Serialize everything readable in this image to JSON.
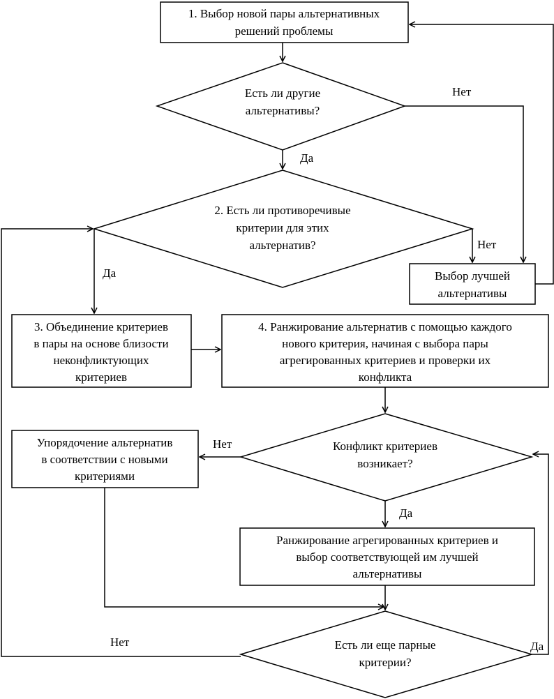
{
  "nodes": {
    "select_pair": [
      "1. Выбор новой пары альтернативных",
      "решений проблемы"
    ],
    "other_alternatives": [
      "Есть ли другие",
      "альтернативы?"
    ],
    "contradictory_criteria": [
      "2. Есть ли противоречивые",
      "критерии для этих",
      "альтернатив?"
    ],
    "best_alternative": [
      "Выбор лучшей",
      "альтернативы"
    ],
    "combine_criteria": [
      "3. Объединение критериев",
      "в пары на основе близости",
      "неконфликтующих",
      "критериев"
    ],
    "rank_alternatives": [
      "4. Ранжирование альтернатив с помощью каждого",
      "нового критерия, начиная с выбора пары",
      "агрегированных критериев и проверки их",
      "конфликта"
    ],
    "criteria_conflict": [
      "Конфликт критериев",
      "возникает?"
    ],
    "order_alternatives": [
      "Упорядочение альтернатив",
      "в соответствии с новыми",
      "критериями"
    ],
    "rank_aggregated": [
      "Ранжирование агрегированных критериев и",
      "выбор соответствующей им лучшей",
      "альтернативы"
    ],
    "more_pairs": [
      "Есть ли еще парные",
      "критерии?"
    ]
  },
  "edge_labels": {
    "no_other": "Нет",
    "yes_other": "Да",
    "no_contradictory": "Нет",
    "yes_contradictory": "Да",
    "no_conflict": "Нет",
    "yes_conflict": "Да",
    "no_more_pairs": "Нет",
    "yes_more_pairs": "Да"
  }
}
